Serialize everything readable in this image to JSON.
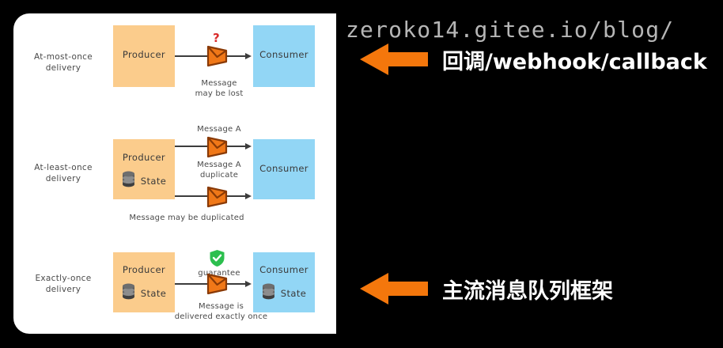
{
  "diagram": {
    "rows": [
      {
        "side_label": "At-most-once\ndelivery",
        "producer_title": "Producer",
        "producer_has_state": false,
        "producer_state_label": "",
        "consumer_title": "Consumer",
        "consumer_has_state": false,
        "consumer_state_label": "",
        "top_label": "",
        "mid_label": "",
        "caption": "Message\nmay be lost",
        "marker": "?"
      },
      {
        "side_label": "At-least-once\ndelivery",
        "producer_title": "Producer",
        "producer_has_state": true,
        "producer_state_label": "State",
        "consumer_title": "Consumer",
        "consumer_has_state": false,
        "consumer_state_label": "",
        "top_label": "Message A",
        "mid_label": "Message A\nduplicate",
        "caption": "Message may be duplicated",
        "marker": ""
      },
      {
        "side_label": "Exactly-once\ndelivery",
        "producer_title": "Producer",
        "producer_has_state": true,
        "producer_state_label": "State",
        "consumer_title": "Consumer",
        "consumer_has_state": true,
        "consumer_state_label": "State",
        "top_label": "",
        "mid_label": "guarantee",
        "caption": "Message is\ndelivered exactly once",
        "marker": "shield-check"
      }
    ],
    "colors": {
      "producer_fill": "#fbcc8c",
      "consumer_fill": "#92d6f5",
      "panel_background": "#ffffff",
      "arrow_stroke": "#3c3c3c",
      "envelope_fill": "#f07818",
      "envelope_stroke": "#8a3a06",
      "question_mark": "#d92b2b",
      "shield_green": "#2cbf4e",
      "database_gray": "#4f4f4f"
    }
  },
  "annotations": {
    "url": "zeroko14.gitee.io/blog/",
    "url_color": "#b6b6b6",
    "accent_color": "#f4770c",
    "items": [
      {
        "text": "回调/webhook/callback"
      },
      {
        "text": "主流消息队列框架"
      }
    ]
  }
}
